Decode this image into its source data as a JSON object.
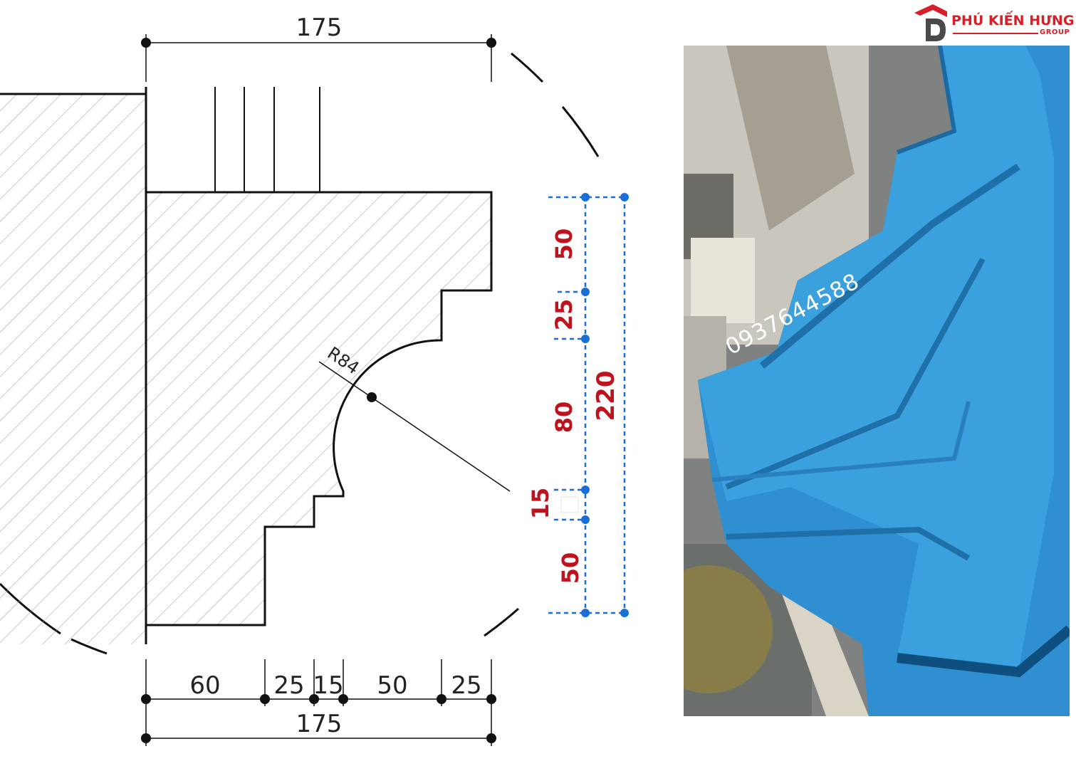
{
  "drawing": {
    "top_dimension": "175",
    "radius_label": "R84",
    "bottom_segments": [
      "60",
      "25",
      "15",
      "50",
      "25"
    ],
    "bottom_total": "175"
  },
  "profile_dimensions": {
    "segments": [
      "50",
      "25",
      "80",
      "15",
      "50"
    ],
    "total": "220",
    "color": "#c0121d",
    "guide_color": "#1a6fd6"
  },
  "brand": {
    "name": "PHÚ KIẾN HƯNG",
    "subtitle": "GROUP",
    "color": "#d61f26"
  },
  "photo": {
    "overlay_text": "0937644588",
    "mold_color": "#2f8fd0"
  }
}
